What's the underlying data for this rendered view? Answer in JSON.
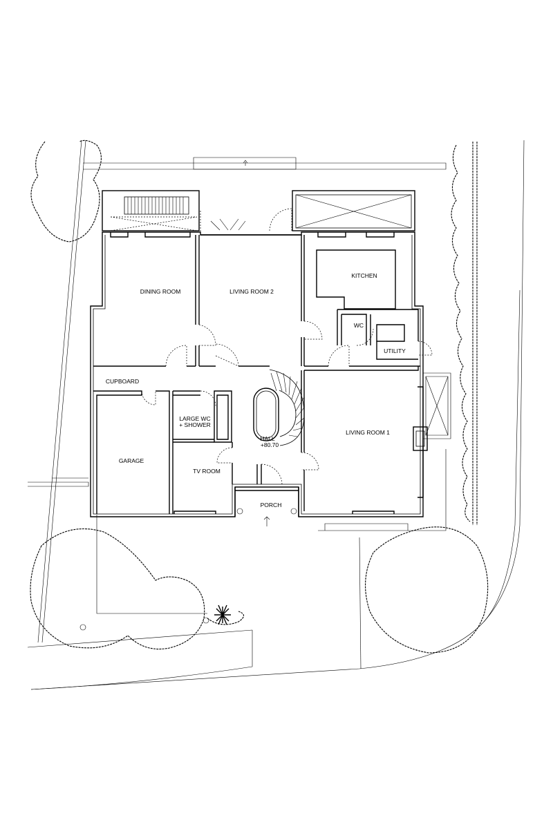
{
  "rooms": {
    "dining_room": "DINING ROOM",
    "living_room_2": "LIVING ROOM 2",
    "kitchen": "KITCHEN",
    "wc": "WC",
    "utility": "UTILITY",
    "cupboard": "CUPBOARD",
    "large_wc_line1": "LARGE WC",
    "large_wc_line2": "+ SHOWER",
    "garage": "GARAGE",
    "tv_room": "TV ROOM",
    "hall": "HALL",
    "hall_level": "+80.70",
    "living_room_1": "LIVING ROOM 1",
    "porch": "PORCH"
  },
  "icons": {
    "tree": "tree-icon",
    "palm": "palm-plant-icon",
    "hedge": "hedge-icon"
  }
}
